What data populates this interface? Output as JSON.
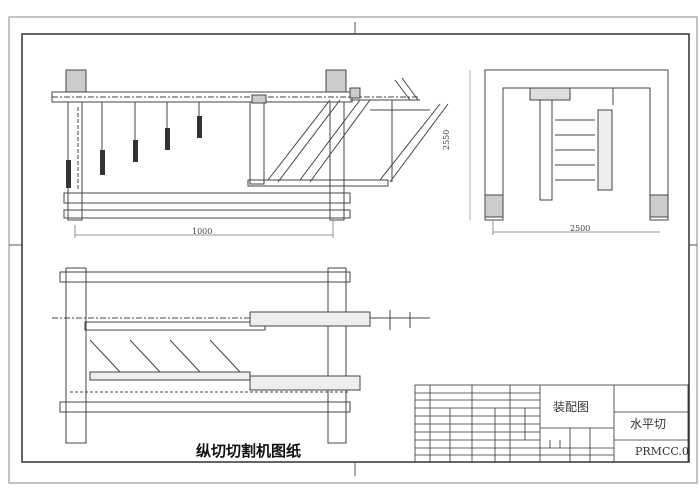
{
  "drawing": {
    "caption": "纵切切割机图纸",
    "dimensions": {
      "front_width": "1000",
      "side_width": "2500",
      "side_height": "2550"
    },
    "title_block": {
      "drawing_type": "装配图",
      "part_name": "水平切",
      "drawing_code": "PRMCC.0"
    }
  }
}
